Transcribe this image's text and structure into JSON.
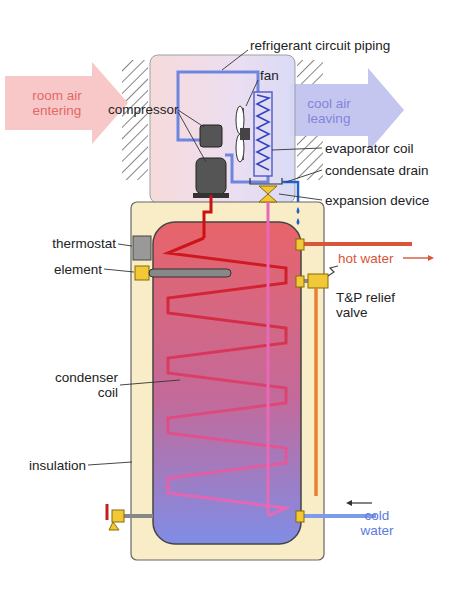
{
  "diagram": {
    "labels": [
      "refrigerant circuit piping",
      "fan",
      "compressor",
      "room air entering",
      "cool air leaving",
      "evaporator coil",
      "condensate drain",
      "expansion device",
      "thermostat",
      "hot water",
      "element",
      "T&P relief valve",
      "condenser coil",
      "insulation",
      "cold water"
    ]
  }
}
